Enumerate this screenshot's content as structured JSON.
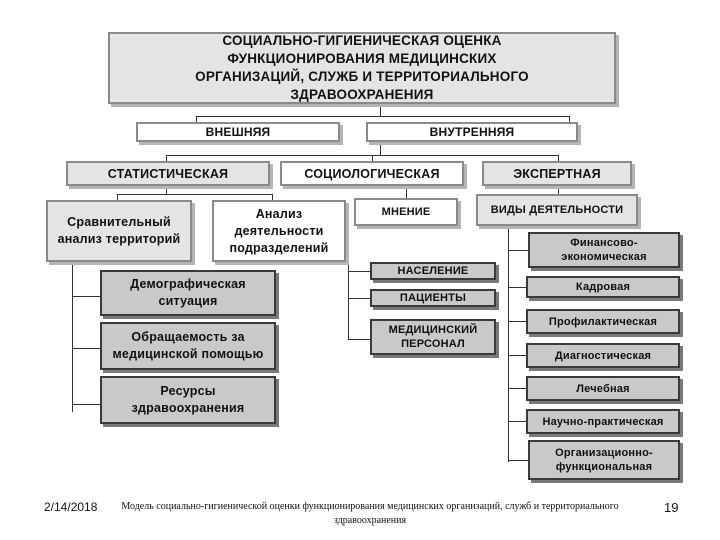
{
  "title": "СОЦИАЛЬНО-ГИГИЕНИЧЕСКАЯ ОЦЕНКА ФУНКЦИОНИРОВАНИЯ МЕДИЦИНСКИХ ОРГАНИЗАЦИЙ, СЛУЖБ И ТЕРРИТОРИАЛЬНОГО ЗДРАВООХРАНЕНИЯ",
  "level1": {
    "external": "ВНЕШНЯЯ",
    "internal": "ВНУТРЕННЯЯ"
  },
  "level2": {
    "statistical": "СТАТИСТИЧЕСКАЯ",
    "sociological": "СОЦИОЛОГИЧЕСКАЯ",
    "expert": "ЭКСПЕРТНАЯ"
  },
  "statistical": {
    "comparative": "Сравнительный анализ территорий",
    "analysis": "Анализ деятельности подразделений",
    "items": [
      "Демографическая ситуация",
      "Обращаемость за медицинской помощью",
      "Ресурсы здравоохранения"
    ]
  },
  "sociological": {
    "opinion": "МНЕНИЕ",
    "items": [
      "НАСЕЛЕНИЕ",
      "ПАЦИЕНТЫ",
      "МЕДИЦИНСКИЙ ПЕРСОНАЛ"
    ]
  },
  "expert": {
    "activities": "ВИДЫ ДЕЯТЕЛЬНОСТИ",
    "items": [
      "Финансово-экономическая",
      "Кадровая",
      "Профилактическая",
      "Диагностическая",
      "Лечебная",
      "Научно-практическая",
      "Организационно-функциональная"
    ]
  },
  "footer": {
    "date": "2/14/2018",
    "caption": "Модель социально-гигиенической оценки функционирования медицинских организаций, служб и территориального здравоохранения",
    "page": "19"
  }
}
